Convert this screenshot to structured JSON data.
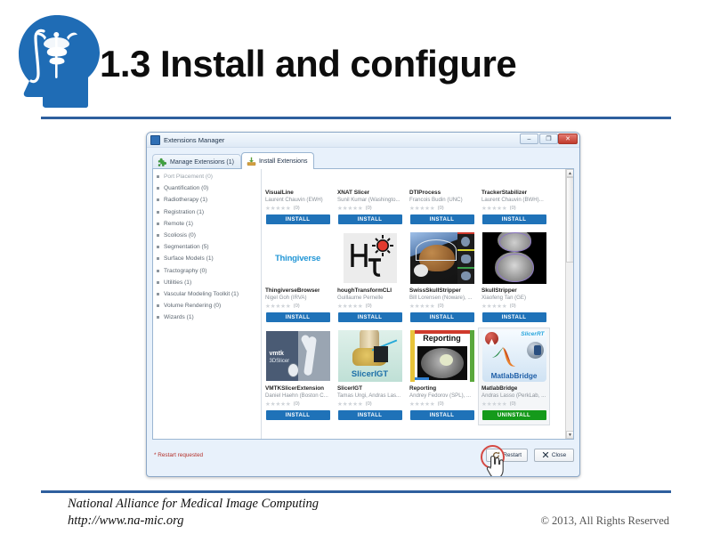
{
  "slide": {
    "title": "1.3 Install and configure",
    "logo_alt": "namic-head-logo",
    "footer_org": "National Alliance for Medical Image Computing",
    "footer_url": "http://www.na-mic.org",
    "footer_copyright": "© 2013, All Rights Reserved",
    "accent_color": "#2e5f9e",
    "logo_color": "#1f6cb5"
  },
  "window": {
    "title": "Extensions Manager",
    "controls": {
      "minimize": "–",
      "maximize": "❐",
      "close": "✕"
    },
    "tabs": [
      {
        "label": "Manage Extensions (1)",
        "icon": "puzzle-piece-icon",
        "active": false
      },
      {
        "label": "Install Extensions",
        "icon": "download-box-icon",
        "active": true
      }
    ]
  },
  "categories": [
    {
      "label": "Port Placement (0)",
      "clipped": true
    },
    {
      "label": "Quantification (0)"
    },
    {
      "label": "Radiotherapy (1)"
    },
    {
      "label": "Registration (1)"
    },
    {
      "label": "Remote (1)"
    },
    {
      "label": "Scoliosis (0)"
    },
    {
      "label": "Segmentation (5)"
    },
    {
      "label": "Surface Models (1)"
    },
    {
      "label": "Tractography (0)"
    },
    {
      "label": "Utilities (1)"
    },
    {
      "label": "Vascular Modeling Toolkit (1)"
    },
    {
      "label": "Volume Rendering (0)"
    },
    {
      "label": "Wizards (1)"
    }
  ],
  "extensions": [
    {
      "name": "VisualLine",
      "author": "Laurent Chauvin (EWH)",
      "rating": 0,
      "rating_label": "(0)",
      "action": "INSTALL",
      "action_kind": "install",
      "thumb": "clipped-thumb-plain",
      "selected": false
    },
    {
      "name": "XNAT Slicer",
      "author": "Sunil Kumar (Washingto...",
      "rating": 0,
      "rating_label": "(0)",
      "action": "INSTALL",
      "action_kind": "install",
      "thumb": "clipped-thumb-plain",
      "selected": false
    },
    {
      "name": "DTIProcess",
      "author": "Francois Budin (UNC)",
      "rating": 0,
      "rating_label": "(0)",
      "action": "INSTALL",
      "action_kind": "install",
      "thumb": "clipped-thumb-colorbar",
      "selected": false
    },
    {
      "name": "TrackerStabilizer",
      "author": "Laurent Chauvin (BWH)...",
      "rating": 0,
      "rating_label": "(0)",
      "action": "INSTALL",
      "action_kind": "install",
      "thumb": "clipped-thumb-gray",
      "selected": false
    },
    {
      "name": "ThingiverseBrowser",
      "author": "Nigel Goh (IRVA)",
      "rating": 0,
      "rating_label": "(0)",
      "action": "INSTALL",
      "action_kind": "install",
      "thumb": "thingiverse-logo",
      "thumb_text": "Thingiverse",
      "selected": false
    },
    {
      "name": "houghTransformCLI",
      "author": "Guillaume Pernelle",
      "rating": 0,
      "rating_label": "(0)",
      "action": "INSTALL",
      "action_kind": "install",
      "thumb": "hough-transform-logo",
      "selected": false
    },
    {
      "name": "SwissSkullStripper",
      "author": "Bill Lorensen (Noware), ...",
      "rating": 0,
      "rating_label": "(0)",
      "action": "INSTALL",
      "action_kind": "install",
      "thumb": "brain-surface-render",
      "selected": false
    },
    {
      "name": "SkullStripper",
      "author": "Xiaofeng Tan (GE)",
      "rating": 0,
      "rating_label": "(0)",
      "action": "INSTALL",
      "action_kind": "install",
      "thumb": "skull-mri-slices",
      "selected": false
    },
    {
      "name": "VMTKSlicerExtension",
      "author": "Daniel Haehn (Boston C...",
      "rating": 0,
      "rating_label": "(0)",
      "action": "INSTALL",
      "action_kind": "install",
      "thumb": "vmtk-vessel-logo",
      "thumb_text": "vmtk",
      "selected": false
    },
    {
      "name": "SlicerIGT",
      "author": "Tamas Ungi, Andras Las...",
      "rating": 0,
      "rating_label": "(0)",
      "action": "INSTALL",
      "action_kind": "install",
      "thumb": "slicerigt-logo",
      "thumb_text": "SlicerIGT",
      "selected": false
    },
    {
      "name": "Reporting",
      "author": "Andrey Fedorov (SPL), ...",
      "rating": 0,
      "rating_label": "(0)",
      "action": "INSTALL",
      "action_kind": "install",
      "thumb": "reporting-brain-tumor",
      "thumb_text": "Reporting",
      "selected": false
    },
    {
      "name": "MatlabBridge",
      "author": "Andras Lasso (PerkLab, ...",
      "rating": 0,
      "rating_label": "(0)",
      "action": "UNINSTALL",
      "action_kind": "uninstall",
      "thumb": "matlabbridge-logo",
      "thumb_text": "MatlabBridge",
      "selected": true
    }
  ],
  "bottom": {
    "restart_note": "* Restart requested",
    "restart_note_color": "#b4302a",
    "restart_button": "Restart",
    "close_button": "Close",
    "restart_icon": "restart-arrows-icon",
    "close_icon": "x-icon",
    "cursor": "hand-pointer-cursor",
    "highlight_color": "#d23b33"
  },
  "scrollbar": {
    "up_arrow": "▲",
    "down_arrow": "▼"
  },
  "stars_glyph": "★★★★★"
}
